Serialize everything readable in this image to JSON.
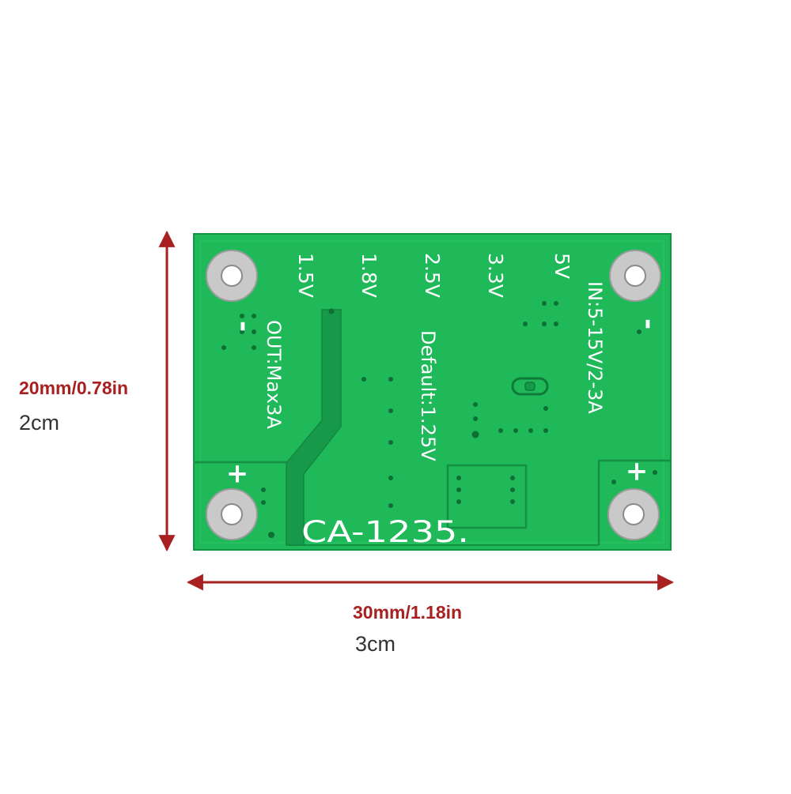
{
  "colors": {
    "dimension_inch": "#a82020",
    "dimension_cm": "#333333",
    "pcb_green": "#1fb95a",
    "silkscreen": "#ffffff",
    "mounting_pad": "#c9c9c9"
  },
  "dimensions": {
    "height_inch_label": "20mm/0.78in",
    "height_cm_label": "2cm",
    "width_inch_label": "30mm/1.18in",
    "width_cm_label": "3cm"
  },
  "board": {
    "model_label": "CA-1235.",
    "input_label": "IN:5-15V/2-3A",
    "output_label": "OUT:Max3A",
    "default_label": "Default:1.25V",
    "voltage_options": [
      "1.5V",
      "1.8V",
      "2.5V",
      "3.3V",
      "5V"
    ],
    "minus_left": "-",
    "minus_right": "-",
    "plus_left": "+",
    "plus_right": "+"
  }
}
